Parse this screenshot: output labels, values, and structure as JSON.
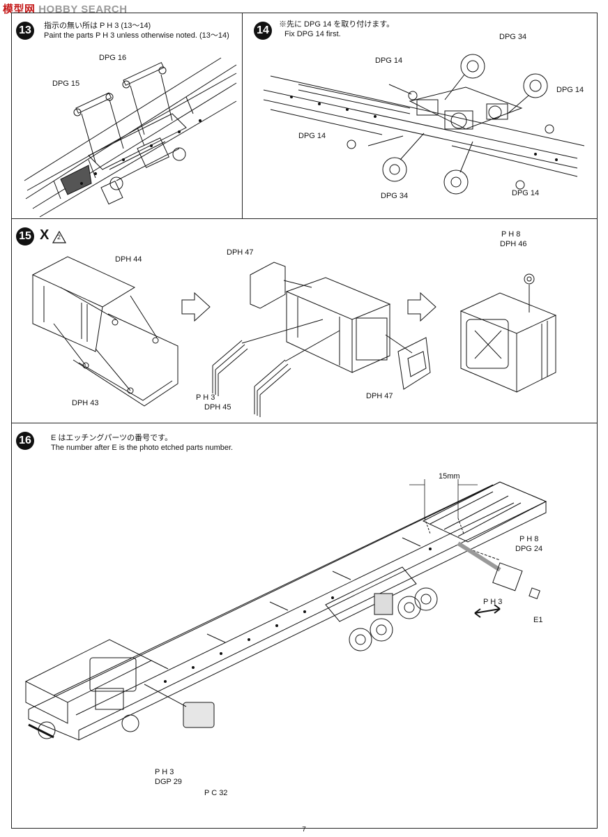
{
  "watermark": {
    "brand": "模型网",
    "site": "HOBBY SEARCH"
  },
  "step13": {
    "number": "13",
    "jp": "指示の無い所は P H 3 (13～14)",
    "en": "Paint the parts P H 3 unless otherwise noted. (13～14)",
    "labels": [
      "DPG 16",
      "DPG 15"
    ]
  },
  "step14": {
    "number": "14",
    "jp": "※先に DPG 14 を取り付けます。",
    "en": "Fix DPG 14 first.",
    "labels": [
      "DPG 34",
      "DPG 14",
      "DPG 14",
      "DPG 14",
      "DPG 14",
      "DPG 34"
    ]
  },
  "step15": {
    "number": "15",
    "mark": "X",
    "mark_num": "2",
    "labels": [
      "DPH 44",
      "DPH 43",
      "DPH 47",
      "P H 3",
      "DPH 45",
      "DPH 47",
      "P H 8",
      "DPH 46"
    ]
  },
  "step16": {
    "number": "16",
    "jp": "E はエッチングパーツの番号です。",
    "en": "The number after E is the photo etched parts number.",
    "dimension": "15mm",
    "labels": [
      "P H 8",
      "DPG 24",
      "P H 3",
      "E1",
      "P H 3",
      "DGP 29",
      "P C 32"
    ]
  },
  "page_number": "7"
}
